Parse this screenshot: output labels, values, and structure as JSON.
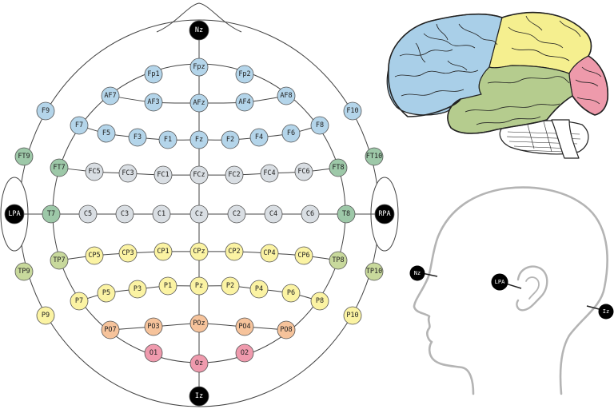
{
  "colors": {
    "frontal": "#b4d5ea",
    "central": "#d9dee3",
    "parietal": "#fbf3a3",
    "temporal_upper": "#9dc8a8",
    "temporal_lower": "#c8d99c",
    "occipital_upper": "#f6c39b",
    "occipital_lower": "#ef9aad",
    "fiducial": "#000000",
    "brain_frontal": "#a9cfe8",
    "brain_parietal": "#f5ef8f",
    "brain_temporal": "#b5cc8e",
    "brain_occipital": "#ee9aab"
  },
  "electrodes": [
    {
      "label": "Nz",
      "group": "fiducial"
    },
    {
      "label": "Fp1",
      "group": "frontal"
    },
    {
      "label": "Fpz",
      "group": "frontal"
    },
    {
      "label": "Fp2",
      "group": "frontal"
    },
    {
      "label": "AF7",
      "group": "frontal"
    },
    {
      "label": "AF3",
      "group": "frontal"
    },
    {
      "label": "AFz",
      "group": "frontal"
    },
    {
      "label": "AF4",
      "group": "frontal"
    },
    {
      "label": "AF8",
      "group": "frontal"
    },
    {
      "label": "F9",
      "group": "frontal"
    },
    {
      "label": "F10",
      "group": "frontal"
    },
    {
      "label": "F7",
      "group": "frontal"
    },
    {
      "label": "F5",
      "group": "frontal"
    },
    {
      "label": "F3",
      "group": "frontal"
    },
    {
      "label": "F1",
      "group": "frontal"
    },
    {
      "label": "Fz",
      "group": "frontal"
    },
    {
      "label": "F2",
      "group": "frontal"
    },
    {
      "label": "F4",
      "group": "frontal"
    },
    {
      "label": "F6",
      "group": "frontal"
    },
    {
      "label": "F8",
      "group": "frontal"
    },
    {
      "label": "FT9",
      "group": "temporal_upper"
    },
    {
      "label": "FT7",
      "group": "temporal_upper"
    },
    {
      "label": "FC5",
      "group": "central"
    },
    {
      "label": "FC3",
      "group": "central"
    },
    {
      "label": "FC1",
      "group": "central"
    },
    {
      "label": "FCz",
      "group": "central"
    },
    {
      "label": "FC2",
      "group": "central"
    },
    {
      "label": "FC4",
      "group": "central"
    },
    {
      "label": "FC6",
      "group": "central"
    },
    {
      "label": "FT8",
      "group": "temporal_upper"
    },
    {
      "label": "FT10",
      "group": "temporal_upper"
    },
    {
      "label": "LPA",
      "group": "fiducial"
    },
    {
      "label": "T7",
      "group": "temporal_upper"
    },
    {
      "label": "C5",
      "group": "central"
    },
    {
      "label": "C3",
      "group": "central"
    },
    {
      "label": "C1",
      "group": "central"
    },
    {
      "label": "Cz",
      "group": "central"
    },
    {
      "label": "C2",
      "group": "central"
    },
    {
      "label": "C4",
      "group": "central"
    },
    {
      "label": "C6",
      "group": "central"
    },
    {
      "label": "T8",
      "group": "temporal_upper"
    },
    {
      "label": "RPA",
      "group": "fiducial"
    },
    {
      "label": "TP9",
      "group": "temporal_lower"
    },
    {
      "label": "TP7",
      "group": "temporal_lower"
    },
    {
      "label": "CP5",
      "group": "parietal"
    },
    {
      "label": "CP3",
      "group": "parietal"
    },
    {
      "label": "CP1",
      "group": "parietal"
    },
    {
      "label": "CPz",
      "group": "parietal"
    },
    {
      "label": "CP2",
      "group": "parietal"
    },
    {
      "label": "CP4",
      "group": "parietal"
    },
    {
      "label": "CP6",
      "group": "parietal"
    },
    {
      "label": "TP8",
      "group": "temporal_lower"
    },
    {
      "label": "TP10",
      "group": "temporal_lower"
    },
    {
      "label": "P9",
      "group": "parietal"
    },
    {
      "label": "P7",
      "group": "parietal"
    },
    {
      "label": "P5",
      "group": "parietal"
    },
    {
      "label": "P3",
      "group": "parietal"
    },
    {
      "label": "P1",
      "group": "parietal"
    },
    {
      "label": "Pz",
      "group": "parietal"
    },
    {
      "label": "P2",
      "group": "parietal"
    },
    {
      "label": "P4",
      "group": "parietal"
    },
    {
      "label": "P6",
      "group": "parietal"
    },
    {
      "label": "P8",
      "group": "parietal"
    },
    {
      "label": "P10",
      "group": "parietal"
    },
    {
      "label": "PO7",
      "group": "occipital_upper"
    },
    {
      "label": "PO3",
      "group": "occipital_upper"
    },
    {
      "label": "POz",
      "group": "occipital_upper"
    },
    {
      "label": "PO4",
      "group": "occipital_upper"
    },
    {
      "label": "PO8",
      "group": "occipital_upper"
    },
    {
      "label": "O1",
      "group": "occipital_lower"
    },
    {
      "label": "Oz",
      "group": "occipital_lower"
    },
    {
      "label": "O2",
      "group": "occipital_lower"
    },
    {
      "label": "Iz",
      "group": "fiducial"
    }
  ],
  "side_head": {
    "nz_label": "Nz",
    "lpa_label": "LPA",
    "iz_label": "Iz"
  }
}
